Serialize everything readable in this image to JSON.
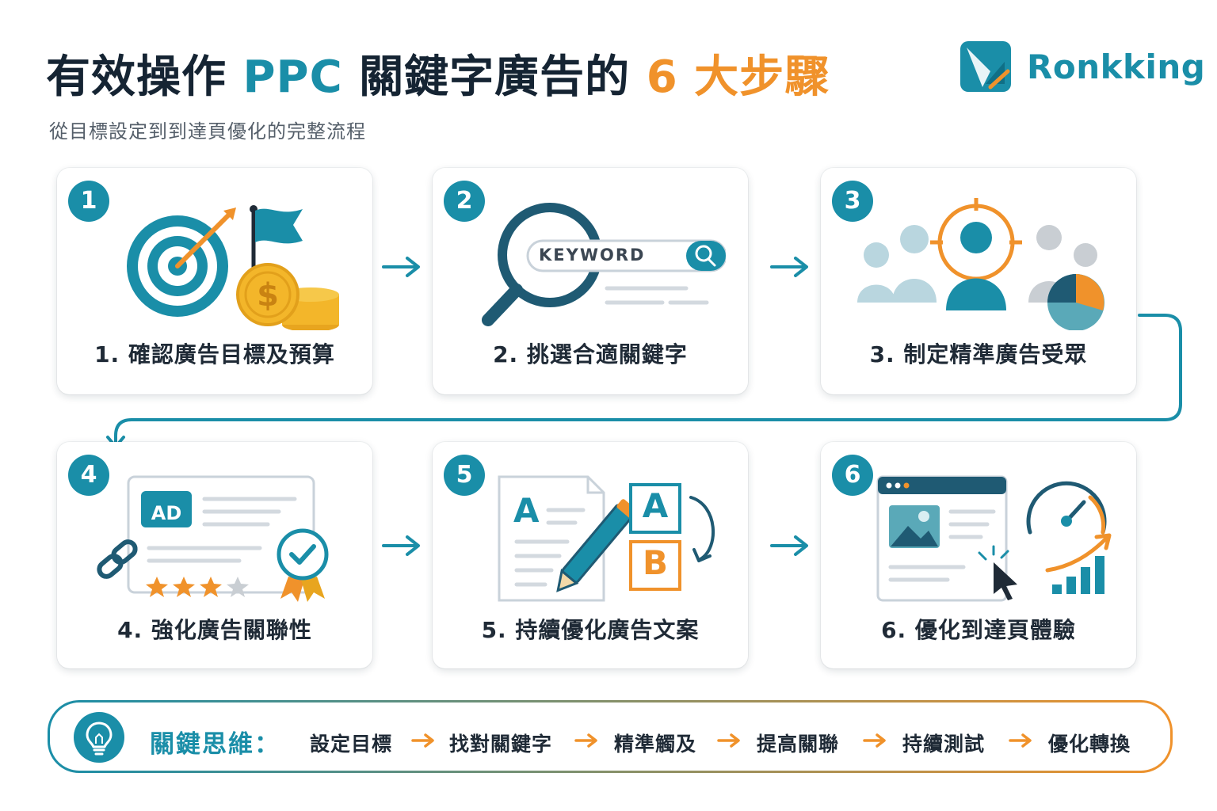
{
  "header": {
    "title_part1": "有效操作 ",
    "title_ppc": "PPC",
    "title_part2": " 關鍵字廣告的 ",
    "title_six": "6",
    "title_part3": " 大步驟",
    "subtitle": "從目標設定到到達頁優化的完整流程"
  },
  "logo": {
    "text": "Ronkking"
  },
  "steps": [
    {
      "number": "1",
      "label": "1. 確認廣告目標及預算",
      "icon": "target-flag-coins-icon"
    },
    {
      "number": "2",
      "label": "2. 挑選合適關鍵字",
      "icon": "keyword-search-icon",
      "keyword_text": "KEYWORD"
    },
    {
      "number": "3",
      "label": "3. 制定精準廣告受眾",
      "icon": "audience-target-icon"
    },
    {
      "number": "4",
      "label": "4. 強化廣告關聯性",
      "icon": "ad-relevance-icon",
      "ad_text": "AD"
    },
    {
      "number": "5",
      "label": "5. 持續優化廣告文案",
      "icon": "ab-copy-icon",
      "a_text": "A",
      "b_text": "B"
    },
    {
      "number": "6",
      "label": "6. 優化到達頁體驗",
      "icon": "landing-page-speed-icon"
    }
  ],
  "footer": {
    "label": "關鍵思維：",
    "flow": [
      "設定目標",
      "找對關鍵字",
      "精準觸及",
      "提高關聯",
      "持續測試",
      "優化轉換"
    ]
  },
  "colors": {
    "teal": "#1a8ea8",
    "orange": "#f0922b",
    "dark": "#152433",
    "gray": "#c9d2da"
  }
}
